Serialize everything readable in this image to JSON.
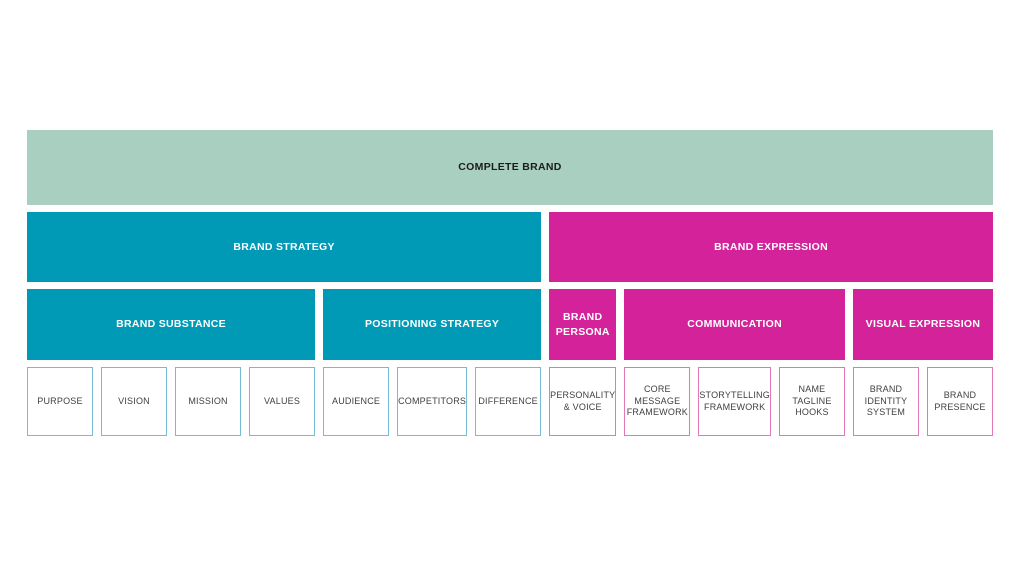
{
  "palette": {
    "root_fill": "#a9cfc1",
    "strategy_fill": "#0099b6",
    "expression_fill": "#d3229a",
    "strategy_cell_border": "#74bcd6",
    "expression_cell_border": "#e377bd",
    "root_text": "#1c1c1c",
    "header_text": "#ffffff",
    "cell_text": "#3f3f3f",
    "background": "#ffffff"
  },
  "diagram": {
    "root": {
      "label": "COMPLETE BRAND"
    },
    "level2": [
      {
        "label": "BRAND STRATEGY",
        "side": "strategy"
      },
      {
        "label": "BRAND EXPRESSION",
        "side": "expression"
      }
    ],
    "level3": [
      {
        "label": "BRAND SUBSTANCE",
        "side": "strategy"
      },
      {
        "label": "POSITIONING STRATEGY",
        "side": "strategy"
      },
      {
        "label": "BRAND\nPERSONA",
        "side": "expression"
      },
      {
        "label": "COMMUNICATION",
        "side": "expression"
      },
      {
        "label": "VISUAL EXPRESSION",
        "side": "expression"
      }
    ],
    "level4": [
      {
        "label": "PURPOSE",
        "side": "strategy"
      },
      {
        "label": "VISION",
        "side": "strategy"
      },
      {
        "label": "MISSION",
        "side": "strategy"
      },
      {
        "label": "VALUES",
        "side": "strategy"
      },
      {
        "label": "AUDIENCE",
        "side": "strategy"
      },
      {
        "label": "COMPETITORS",
        "side": "strategy"
      },
      {
        "label": "DIFFERENCE",
        "side": "strategy"
      },
      {
        "label": "PERSONALITY\n& VOICE",
        "side": "expression"
      },
      {
        "label": "CORE\nMESSAGE\nFRAMEWORK",
        "side": "expression"
      },
      {
        "label": "STORYTELLING\nFRAMEWORK",
        "side": "expression"
      },
      {
        "label": "NAME\nTAGLINE\nHOOKS",
        "side": "expression"
      },
      {
        "label": "BRAND\nIDENTITY\nSYSTEM",
        "side": "expression"
      },
      {
        "label": "BRAND\nPRESENCE",
        "side": "expression"
      }
    ]
  }
}
